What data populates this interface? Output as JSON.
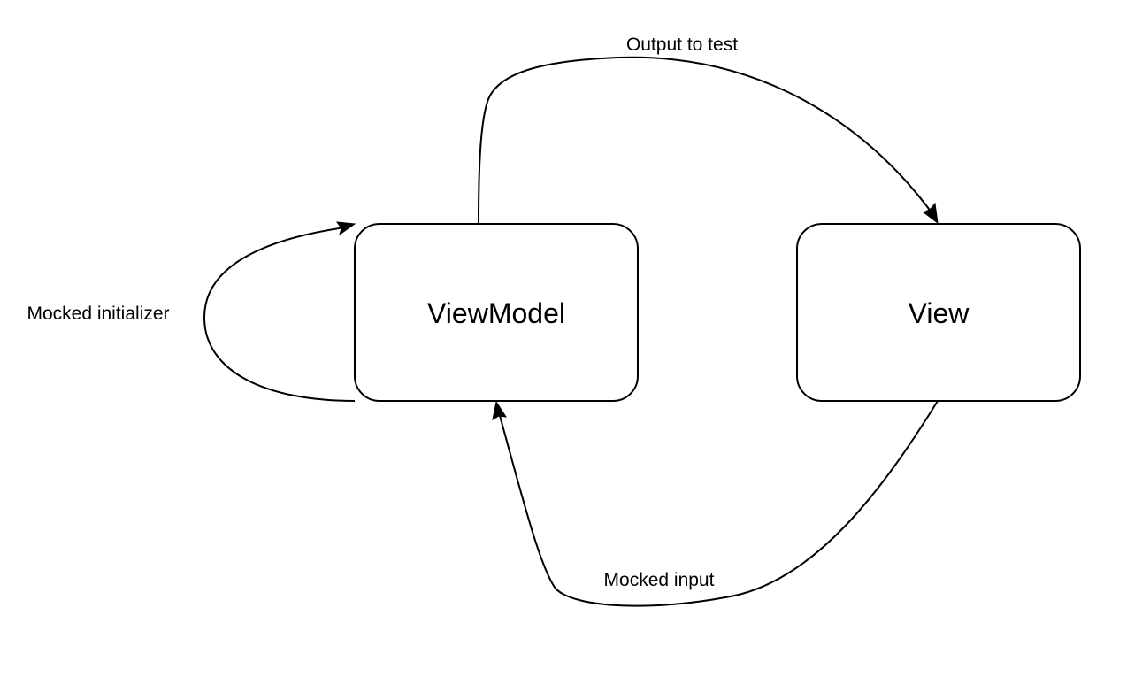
{
  "diagram": {
    "nodes": {
      "viewmodel": {
        "label": "ViewModel"
      },
      "view": {
        "label": "View"
      }
    },
    "edges": {
      "output_to_test": {
        "label": "Output to test",
        "from": "ViewModel",
        "to": "View"
      },
      "mocked_input": {
        "label": "Mocked input",
        "from": "View",
        "to": "ViewModel"
      },
      "mocked_initializer": {
        "label": "Mocked initializer",
        "from": "ViewModel",
        "to": "ViewModel"
      }
    },
    "colors": {
      "stroke": "#000000",
      "background": "#ffffff"
    }
  }
}
